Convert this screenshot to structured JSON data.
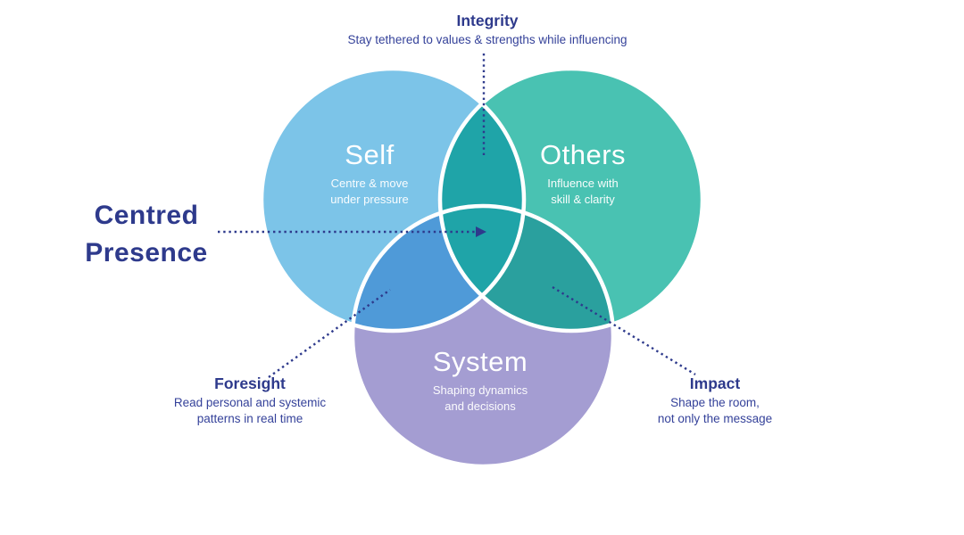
{
  "colors": {
    "self": "#7cc4e8",
    "others": "#49c2b2",
    "system": "#a49dd2",
    "self_others": "#1fa4a8",
    "self_system": "#4f9ad8",
    "others_system": "#2aa09e",
    "triple": "#1fa4a8",
    "navy": "#2e3a8c",
    "navy_body": "#35429a",
    "line": "#2e3a8c",
    "circle_text": "#ffffff"
  },
  "title": {
    "line1": "Centred",
    "line2": "Presence"
  },
  "circles": {
    "self": {
      "label": "Self",
      "sub1": "Centre & move",
      "sub2": "under pressure"
    },
    "others": {
      "label": "Others",
      "sub1": "Influence with",
      "sub2": "skill & clarity"
    },
    "system": {
      "label": "System",
      "sub1": "Shaping dynamics",
      "sub2": "and decisions"
    }
  },
  "callouts": {
    "integrity": {
      "label": "Integrity",
      "desc": "Stay tethered to values & strengths while influencing"
    },
    "foresight": {
      "label": "Foresight",
      "desc1": "Read personal and systemic",
      "desc2": "patterns in real time"
    },
    "impact": {
      "label": "Impact",
      "desc1": "Shape the room,",
      "desc2": "not only the message"
    }
  }
}
